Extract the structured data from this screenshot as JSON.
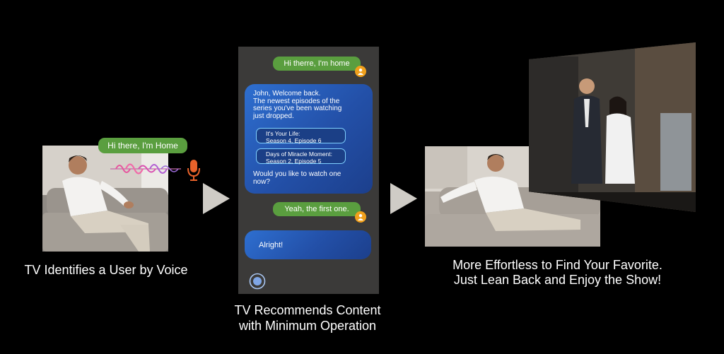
{
  "step1": {
    "speech_bubble": "Hi there, I'm Home",
    "caption": "TV Identifies a User by Voice"
  },
  "step2": {
    "user_message_1": "Hi therre, I'm home",
    "assistant_message_1": {
      "lines": [
        "John, Welcome back.",
        "The newest episodes of the",
        "series you've been watching",
        "just dropped."
      ],
      "suggestions": [
        {
          "line1": "It's Your Life:",
          "line2": "Season 4, Episode 6"
        },
        {
          "line1": "Days of Miracle Moment:",
          "line2": "Season 2, Episode 5"
        }
      ],
      "question_lines": [
        "Would you like to watch one",
        "now?"
      ]
    },
    "user_message_2": "Yeah, the first one.",
    "assistant_message_2": "Alright!",
    "caption_line1": "TV Recommends Content",
    "caption_line2": "with Minimum Operation"
  },
  "step3": {
    "caption_line1": "More Effortless to Find Your Favorite.",
    "caption_line2": "Just Lean Back and Enjoy the Show!"
  },
  "colors": {
    "background": "#000000",
    "green_bubble": "#5a9e3f",
    "blue_bubble": "#2a60c0",
    "phone_bg": "#3b3a39",
    "arrow": "#cfccc6",
    "waveform": "#e05aa8",
    "mic": "#e8622a"
  },
  "icons": [
    "microphone-icon",
    "voice-waveform-icon",
    "user-avatar-icon",
    "play-arrow-icon",
    "record-button-icon"
  ]
}
